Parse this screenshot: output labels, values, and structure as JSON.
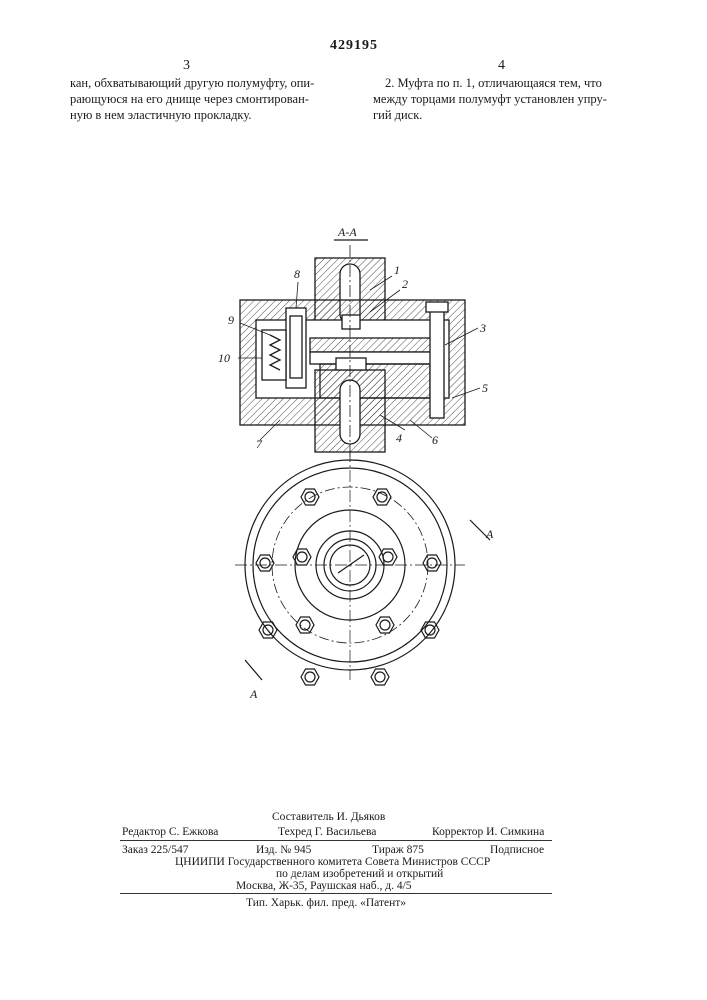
{
  "header": {
    "patent_number": "429195",
    "left_column_number": "3",
    "right_column_number": "4"
  },
  "left_column": {
    "lines": [
      "кан, обхватывающий другую полумуфту, опи-",
      "рающуюся на его днище через смонтирован-",
      "ную в нем эластичную прокладку."
    ]
  },
  "right_column": {
    "lines": [
      "2. Муфта по п. 1, отличающаяся тем, что",
      "между торцами полумуфт установлен упру-",
      "гий диск."
    ]
  },
  "drawing": {
    "section_label": "А-А",
    "cut_label_a": "А",
    "part_labels": [
      "1",
      "2",
      "3",
      "4",
      "5",
      "6",
      "7",
      "8",
      "9",
      "10"
    ]
  },
  "imprint": {
    "composer": "Составитель И. Дьяков",
    "editor": "Редактор С. Ежкова",
    "techred": "Техред Г. Васильева",
    "corrector": "Корректор И. Симкина",
    "order": "Заказ 225/547",
    "edition_no": "Изд. № 945",
    "print_run": "Тираж 875",
    "subscription": "Подписное",
    "institute": "ЦНИИПИ Государственного комитета Совета Министров СССР",
    "affairs": "по делам изобретений и открытий",
    "address": "Москва, Ж-35, Раушская наб., д. 4/5",
    "printer": "Тип. Харьк. фил. пред. «Патент»"
  }
}
